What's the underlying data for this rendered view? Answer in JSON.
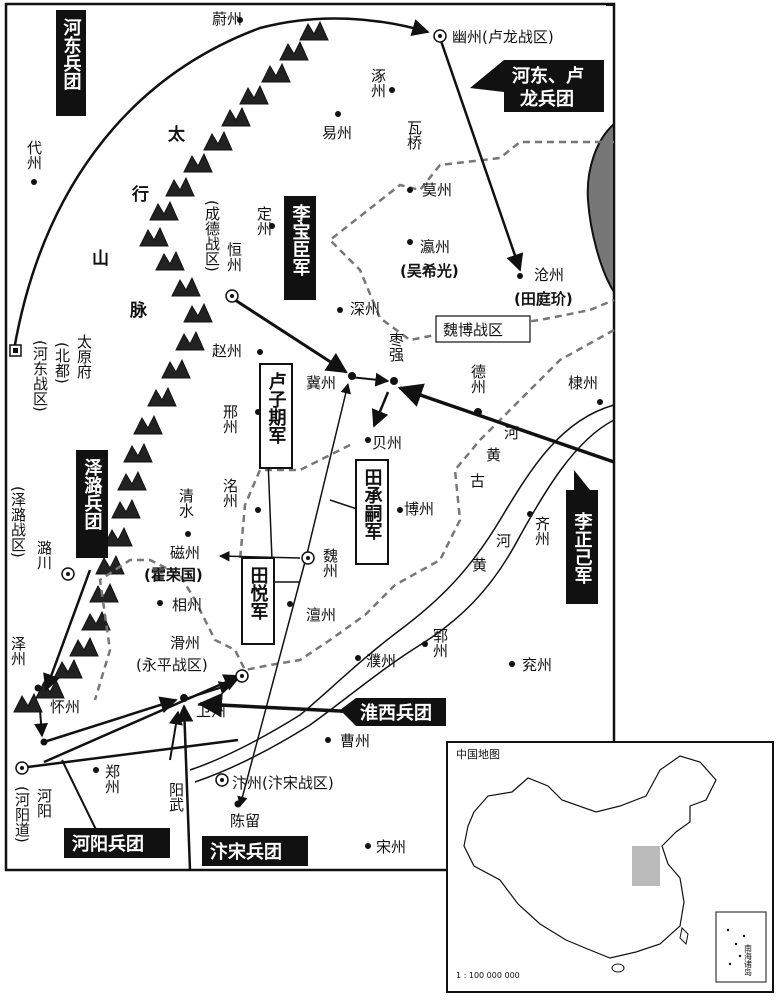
{
  "map": {
    "places": {
      "yuzhou": "蔚州",
      "youzhou": "幽州(卢龙战区)",
      "zhuozhou": "涿州",
      "yizhou": "易州",
      "daizhou": "代州",
      "waqiao": "瓦桥",
      "mozhou": "莫州",
      "dingzhou": "定州",
      "chengde": "(成德战区)",
      "hengzhou": "恒州",
      "yingzhou": "瀛州",
      "wuxiguang": "(吴希光)",
      "cangzhou": "沧州",
      "tiantingjie": "(田庭玠)",
      "shenzhou": "深州",
      "weibo": "魏博战区",
      "taiyuan": "太原府",
      "beidu": "(北都)",
      "hedong_zone": "(河东战区)",
      "zhaozhou": "赵州",
      "jizhou": "冀州",
      "zaoqiang": "枣强",
      "dezhou": "德州",
      "dizhou": "棣州",
      "xingzhou": "邢州",
      "beizhou": "贝州",
      "mingzhou": "洺州",
      "qingshui": "清水",
      "bozhou": "博州",
      "qizhou": "齐州",
      "cizhou": "磁州",
      "huoronguo": "(霍荣国)",
      "weizhou": "魏州",
      "xiangzhou": "相州",
      "chanzhou": "澶州",
      "zelu_zone": "(泽潞战区)",
      "luchuan": "潞川",
      "zezhou": "泽州",
      "huazhou": "滑州",
      "yongping": "(永平战区)",
      "puzhou": "濮州",
      "yunzhou": "郓州",
      "yanzhou": "兖州",
      "huaizhou": "怀州",
      "weizhou2": "卫州",
      "caozhou": "曹州",
      "zhengzhou": "郑州",
      "yangwu": "阳武",
      "bianzhou": "汴州(汴宋战区)",
      "heyang": "河阳",
      "heyang_dao": "(河阳道)",
      "chenliu": "陈留",
      "songzhou": "宋州"
    },
    "mountains": {
      "tai": "太",
      "hang": "行",
      "shan": "山",
      "mai": "脉"
    },
    "rivers": {
      "gu": "古",
      "huang": "黄",
      "he": "河",
      "huang2": "黄",
      "he2": "河"
    },
    "armies": {
      "hedong": "河东兵团",
      "hedong_lulong": [
        "河东、卢",
        "龙兵团"
      ],
      "libaochen": "李宝臣军",
      "luziqi": "卢子期军",
      "tianchengsi": "田承嗣军",
      "tianyue": "田悦军",
      "lizhengji": "李正己军",
      "zelu": "泽潞兵团",
      "huaixi": "淮西兵团",
      "heyang": "河阳兵团",
      "biansong": "汴宋兵团"
    },
    "inset": {
      "title": "中国地图",
      "scale": "1 : 100 000 000",
      "islands": "南海诸岛"
    }
  }
}
